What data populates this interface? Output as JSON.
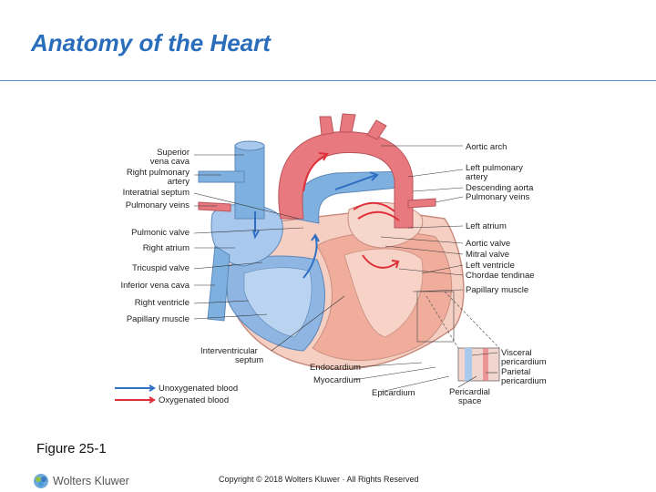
{
  "slide": {
    "title": "Anatomy of the Heart",
    "caption": "Figure 25-1",
    "copyright": "Copyright © 2018 Wolters Kluwer · All Rights Reserved",
    "publisher": "Wolters Kluwer"
  },
  "diagram": {
    "labels_left": [
      "Superior",
      "vena cava",
      "Right pulmonary",
      "artery",
      "Interatrial septum",
      "Pulmonary veins",
      "Pulmonic valve",
      "Right atrium",
      "Tricuspid valve",
      "Inferior vena cava",
      "Right ventricle",
      "Papillary muscle"
    ],
    "labels_right": [
      "Aortic arch",
      "Left pulmonary",
      "artery",
      "Descending aorta",
      "Pulmonary veins",
      "Left atrium",
      "Aortic valve",
      "Mitral valve",
      "Left ventricle",
      "Chordae tendinae",
      "Papillary muscle",
      "Visceral",
      "pericardium",
      "Parietal",
      "pericardium",
      "Pericardial",
      "space"
    ],
    "labels_bottom": [
      "Interventricular",
      "septum",
      "Endocardium",
      "Myocardium",
      "Epicardium"
    ],
    "legend": [
      {
        "label": "Unoxygenated blood",
        "color": "#2f6fc4"
      },
      {
        "label": "Oxygenated blood",
        "color": "#e0313b"
      }
    ],
    "colors": {
      "vein_blue": "#7fb1e0",
      "artery_red": "#e8797f",
      "muscle_pink": "#f2b7a8",
      "muscle_pink_dark": "#d99482",
      "chamber_blue": "#a9c9ec"
    }
  }
}
